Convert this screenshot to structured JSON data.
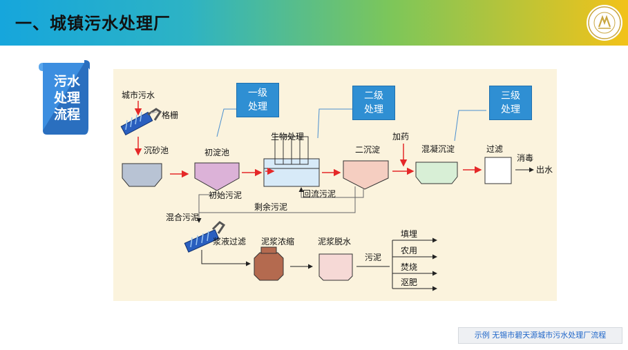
{
  "header": {
    "title": "一、城镇污水处理厂"
  },
  "side_tab": {
    "lines": [
      "污水",
      "处理",
      "流程"
    ]
  },
  "diagram": {
    "levels": [
      {
        "line1": "一级",
        "line2": "处理"
      },
      {
        "line1": "二级",
        "line2": "处理"
      },
      {
        "line1": "三级",
        "line2": "处理"
      }
    ],
    "labels": {
      "city_sewage": "城市污水",
      "grille": "格栅",
      "grit_tank": "沉砂池",
      "primary_tank": "初淀池",
      "bio_treatment": "生物处理",
      "secondary_tank": "二沉淀",
      "dosing": "加药",
      "coagulation": "混凝沉淀",
      "filtration": "过滤",
      "disinfection": "消毒",
      "outflow": "出水",
      "primary_sludge": "初始污泥",
      "return_sludge": "回流污泥",
      "excess_sludge": "剩余污泥",
      "mixed_sludge": "混合污泥",
      "slurry_filter": "浆液过滤",
      "thickening": "泥浆浓缩",
      "dewatering": "泥浆脱水",
      "sludge": "污泥",
      "landfill": "填埋",
      "agriculture": "农用",
      "incineration": "焚烧",
      "compost": "沤肥"
    }
  },
  "caption": {
    "text": "示例 无锡市碧天源城市污水处理厂流程"
  },
  "colors": {
    "level_box": "#2f8fd3",
    "side_tab": "#3c8ee0",
    "flow_arrow": "#e52828",
    "panel": "#fbf3dd",
    "caption_text": "#1f66c9"
  }
}
